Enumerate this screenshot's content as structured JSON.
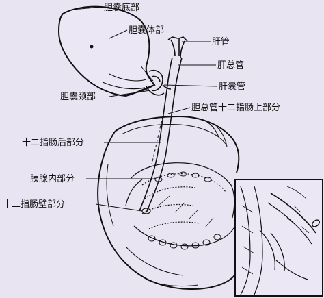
{
  "labels": {
    "fundus": "胆囊底部",
    "body": "胆囊体部",
    "hepatic_duct": "肝管",
    "common_hepatic_duct": "肝总管",
    "neck": "胆囊颈部",
    "cystic_duct": "肝囊管",
    "supraduodenal": "胆总管十二指肠上部分",
    "retroduodenal": "十二指肠后部分",
    "pancreatic": "胰腺内部分",
    "intramural": "十二指肠壁部分"
  },
  "colors": {
    "background": "#e8e4f2",
    "ink": "#111111"
  }
}
